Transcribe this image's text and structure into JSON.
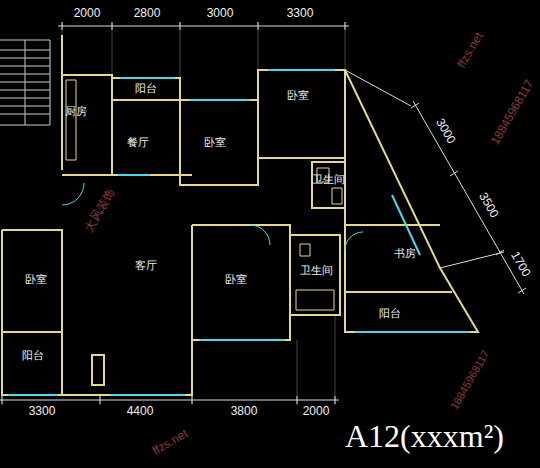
{
  "diagram": {
    "title": "A12(xxxm²)",
    "nodes": [
      {
        "text": [
          "阳台"
        ]
      },
      {
        "text": [
          "卧室"
        ]
      },
      {
        "text": [
          "厨房"
        ]
      },
      {
        "text": [
          "餐厅"
        ]
      },
      {
        "text": [
          "卧室"
        ]
      },
      {
        "text": [
          "卫生间"
        ]
      },
      {
        "text": [
          "书房"
        ]
      },
      {
        "text": [
          "客厅"
        ]
      },
      {
        "text": [
          "卧室"
        ]
      },
      {
        "text": [
          "卫生间"
        ]
      },
      {
        "text": [
          "卧室"
        ]
      },
      {
        "text": [
          "阳台"
        ]
      },
      {
        "text": [
          "阳台"
        ]
      }
    ],
    "labels": [
      "2000",
      "2800",
      "3000",
      "3300",
      "3000",
      "3500",
      "1700",
      "3300",
      "4400",
      "3800",
      "2000",
      "ffzs.net",
      "18845968117",
      "大风装饰",
      "18845968117",
      "ffzs.net"
    ]
  }
}
